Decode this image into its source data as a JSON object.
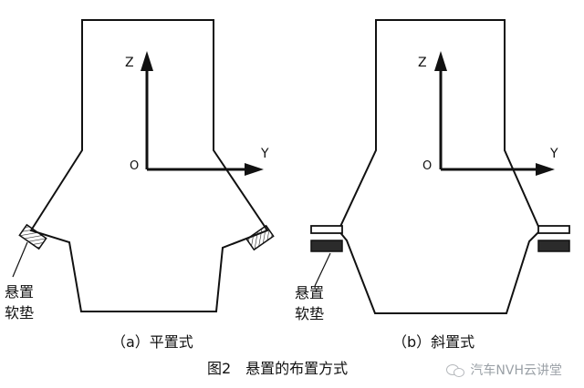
{
  "diagram": {
    "figure_caption": "图2　悬置的布置方式",
    "panels": [
      {
        "caption": "（a）平置式",
        "axis_z_label": "Z",
        "axis_y_label": "Y",
        "origin_label": "O",
        "mount_label_line1": "悬置",
        "mount_label_line2": "软垫"
      },
      {
        "caption": "（b）斜置式",
        "axis_z_label": "Z",
        "axis_y_label": "Y",
        "origin_label": "O",
        "mount_label_line1": "悬置",
        "mount_label_line2": "软垫"
      }
    ]
  },
  "watermark": {
    "text": "汽车NVH云讲堂",
    "icon": "wechat-icon"
  },
  "colors": {
    "line": "#111111",
    "pad_hatch": "#222222",
    "pad_dark": "#2b2b2b",
    "watermark": "#9aa0a6"
  }
}
